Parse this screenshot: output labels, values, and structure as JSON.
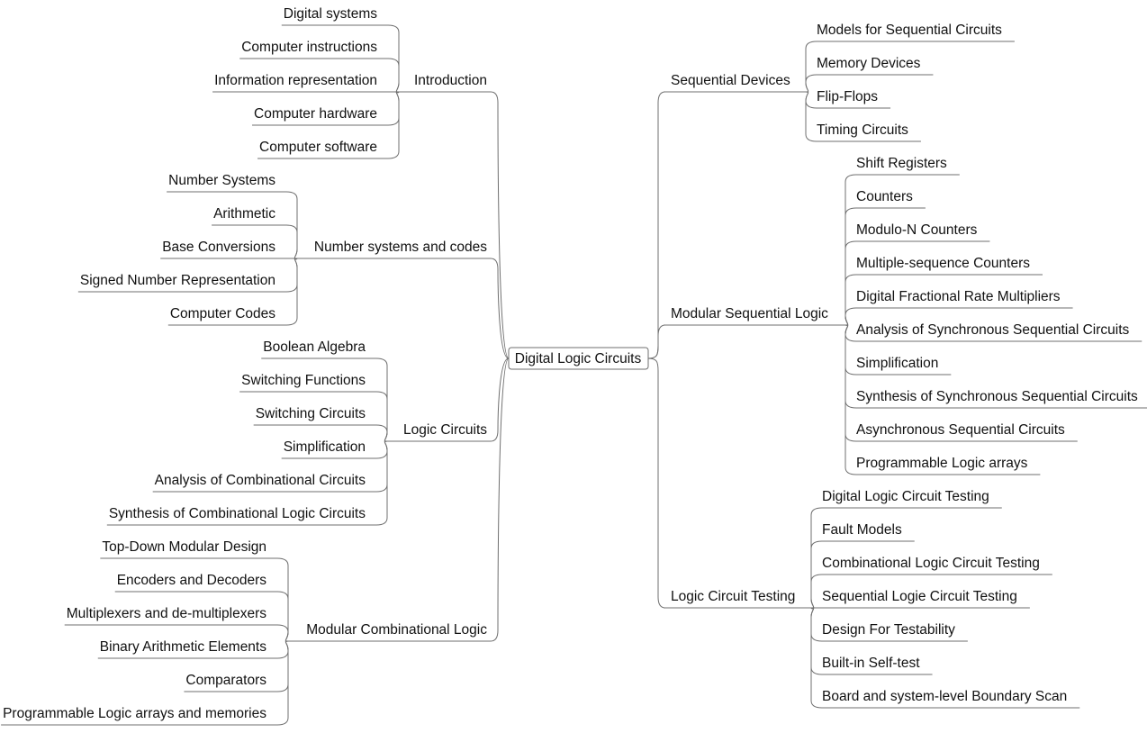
{
  "root": "Digital Logic Circuits",
  "left_branches": [
    {
      "label": "Introduction",
      "children": [
        "Digital systems",
        "Computer instructions",
        "Information representation",
        "Computer hardware",
        "Computer software"
      ]
    },
    {
      "label": "Number systems and codes",
      "children": [
        "Number Systems",
        "Arithmetic",
        "Base Conversions",
        "Signed Number Representation",
        "Computer Codes"
      ]
    },
    {
      "label": "Logic Circuits",
      "children": [
        "Boolean Algebra",
        "Switching Functions",
        "Switching Circuits",
        "Simplification",
        "Analysis of Combinational Circuits",
        "Synthesis of Combinational Logic Circuits"
      ]
    },
    {
      "label": "Modular Combinational Logic",
      "children": [
        "Top-Down Modular Design",
        "Encoders and Decoders",
        "Multiplexers and de-multiplexers",
        "Binary Arithmetic Elements",
        "Comparators",
        "Programmable Logic arrays and memories"
      ]
    }
  ],
  "right_branches": [
    {
      "label": "Sequential Devices",
      "children": [
        "Models for Sequential Circuits",
        "Memory Devices",
        "Flip-Flops",
        "Timing Circuits"
      ]
    },
    {
      "label": "Modular Sequential Logic",
      "children": [
        "Shift Registers",
        "Counters",
        "Modulo-N Counters",
        "Multiple-sequence Counters",
        "Digital Fractional Rate Multipliers",
        "Analysis of Synchronous Sequential Circuits",
        "Simplification",
        "Synthesis of Synchronous Sequential Circuits",
        "Asynchronous Sequential Circuits",
        "Programmable Logic arrays"
      ]
    },
    {
      "label": "Logic Circuit Testing",
      "children": [
        "Digital Logic Circuit Testing",
        "Fault Models",
        "Combinational Logic Circuit Testing",
        "Sequential Logie Circuit Testing",
        "Design For Testability",
        "Built-in Self-test",
        "Board and system-level Boundary Scan"
      ]
    }
  ]
}
